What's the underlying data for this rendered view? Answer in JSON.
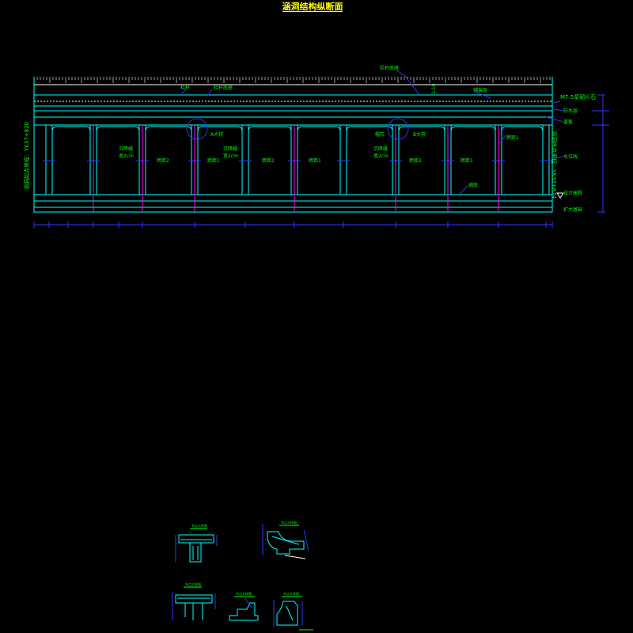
{
  "drawing": {
    "title": "涵洞结构纵断面",
    "colors": {
      "background": "#000000",
      "structure": "#00ffff",
      "dimension": "#3333ff",
      "annotation": "#00ff00",
      "accent": "#ff00ff",
      "title": "#ffff00",
      "ticks": "#ffffff"
    },
    "labels": {
      "rail": "栏杆",
      "rail_base": "栏杆底座",
      "dim_1_10": "1:10",
      "paving": "铺装层",
      "mortar": "M7.5浆砌片石",
      "waterproof": "防水层",
      "slab": "盖板",
      "detail_a": "A大样",
      "detail_b": "B大样",
      "settle_joint_left": "沉降缝",
      "settle_joint_left_w": "宽2cm",
      "settle_joint_mid": "沉降缝",
      "settle_joint_mid_w": "宽2cm",
      "settle_joint_right": "沉降缝",
      "settle_joint_right_w": "宽2cm",
      "seg1": "跨距2",
      "seg2": "跨距1",
      "seg3": "跨距2",
      "seg4": "跨距1",
      "seg5": "跨距2",
      "seg6": "跨距1",
      "seg7": "跨距1",
      "cap": "帽石",
      "bottom": "铺底",
      "elev_right": "设计高程",
      "foundation": "扩大基础",
      "water": "水位线",
      "left_vertical": "涵洞起点里程：YK37+820",
      "right_vertical": "涵洞终点里程：YK37+874"
    }
  },
  "details": {
    "d1_title": "节点大样图",
    "d2_title": "节点大样图",
    "d3_title": "节点大样图",
    "d4_title": "节点大样图",
    "d5_title": "节点大样图"
  }
}
